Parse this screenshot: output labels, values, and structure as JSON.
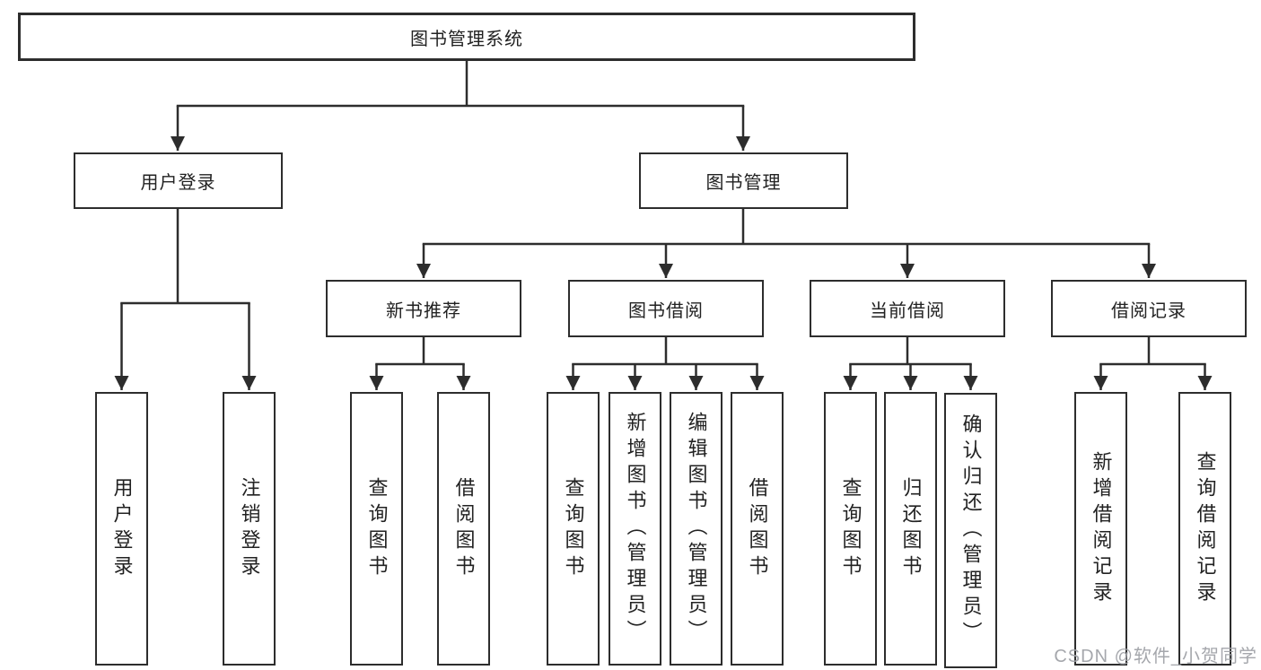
{
  "diagram": {
    "tree": {
      "label": "图书管理系统",
      "children": [
        {
          "label": "用户登录",
          "children": [
            {
              "label": "用户登录"
            },
            {
              "label": "注销登录"
            }
          ]
        },
        {
          "label": "图书管理",
          "children": [
            {
              "label": "新书推荐",
              "children": [
                {
                  "label": "查询图书"
                },
                {
                  "label": "借阅图书"
                }
              ]
            },
            {
              "label": "图书借阅",
              "children": [
                {
                  "label": "查询图书"
                },
                {
                  "label": "新增图书（管理员）"
                },
                {
                  "label": "编辑图书（管理员）"
                },
                {
                  "label": "借阅图书"
                }
              ]
            },
            {
              "label": "当前借阅",
              "children": [
                {
                  "label": "查询图书"
                },
                {
                  "label": "归还图书"
                },
                {
                  "label": "确认归还（管理员）"
                }
              ]
            },
            {
              "label": "借阅记录",
              "children": [
                {
                  "label": "新增借阅记录"
                },
                {
                  "label": "查询借阅记录"
                }
              ]
            }
          ]
        }
      ]
    },
    "watermark": "CSDN @软件_小贺同学",
    "colors": {
      "line": "#2d2d2d",
      "box_border": "#2d2d2d",
      "text": "#222222",
      "background": "#ffffff",
      "watermark": "#a0a2a8"
    }
  }
}
